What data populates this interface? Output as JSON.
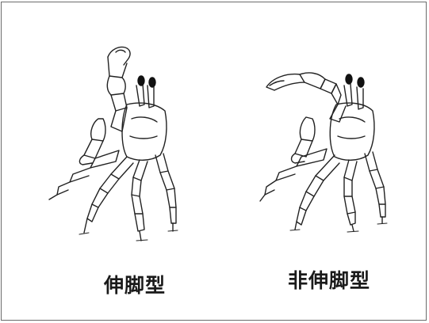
{
  "figure": {
    "panels": [
      {
        "id": "left",
        "caption": "伸脚型"
      },
      {
        "id": "right",
        "caption": "非伸脚型"
      }
    ],
    "colors": {
      "line": "#222222",
      "eye": "#111111",
      "frame": "#6b6b6b",
      "background": "#ffffff"
    }
  }
}
